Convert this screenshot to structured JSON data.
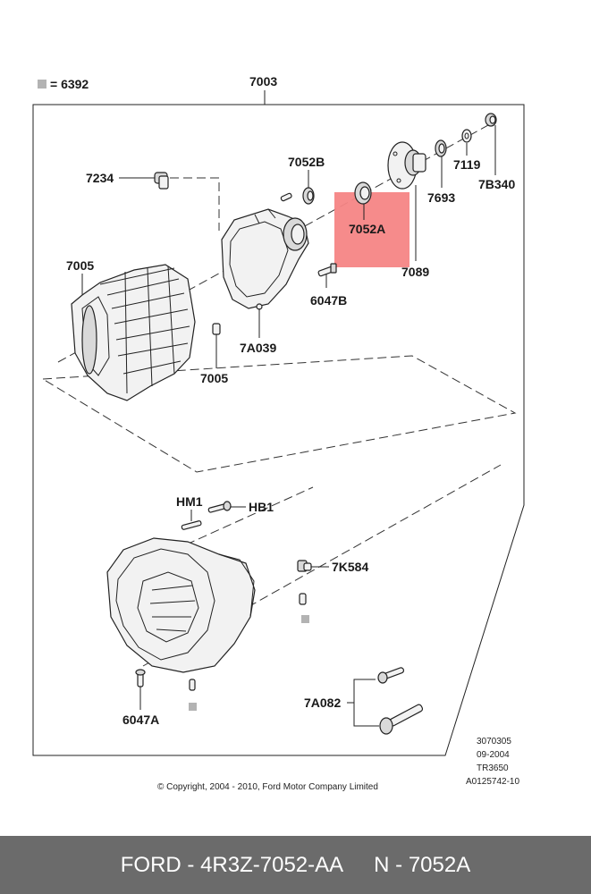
{
  "legend": {
    "symbol_text": "= 6392"
  },
  "callouts": {
    "c7003": "7003",
    "c7234": "7234",
    "c7052B": "7052B",
    "c7052A": "7052A",
    "c7089": "7089",
    "c7693": "7693",
    "c7119": "7119",
    "c7B340": "7B340",
    "c7005a": "7005",
    "c7005b": "7005",
    "c6047B": "6047B",
    "c7A039": "7A039",
    "cHM1": "HM1",
    "cHB1": "HB1",
    "c7K584": "7K584",
    "c6047A": "6047A",
    "c7A082": "7A082"
  },
  "meta": {
    "line1": "3070305",
    "line2": "09-2004",
    "line3": "TR3650",
    "line4": "A0125742-10"
  },
  "copyright": "© Copyright, 2004 - 2010, Ford Motor Company Limited",
  "footer": {
    "part_text": "FORD - 4R3Z-7052-AA",
    "ref_text": "N - 7052A"
  },
  "colors": {
    "highlight": "#f58585",
    "footer_bg": "#6b6b6b",
    "legend_square": "#b3b3b3"
  }
}
